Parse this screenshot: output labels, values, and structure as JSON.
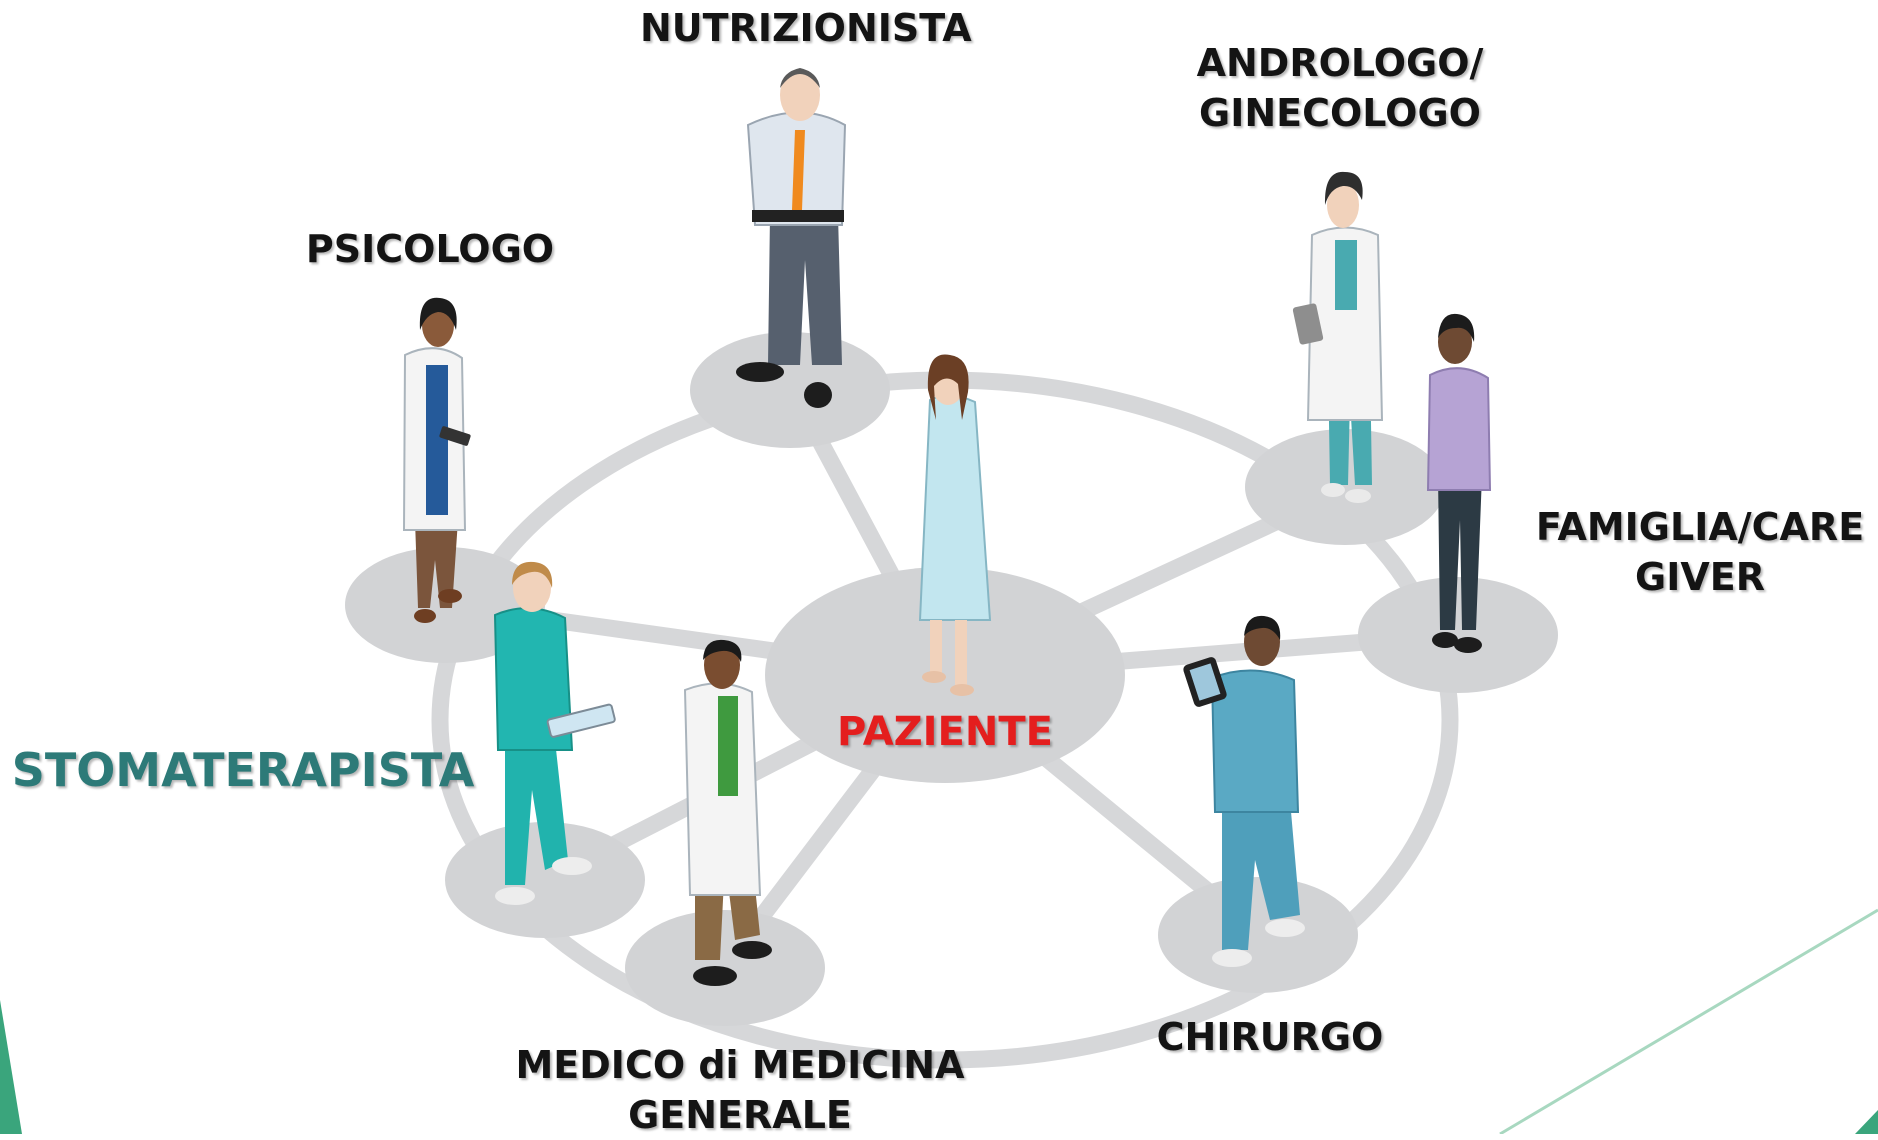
{
  "diagram": {
    "center_label": "PAZIENTE",
    "roles": {
      "nutrizionista": "NUTRIZIONISTA",
      "andrologo": [
        "ANDROLOGO/",
        "GINECOLOGO"
      ],
      "psicologo": "PSICOLOGO",
      "famiglia": [
        "FAMIGLIA/CARE",
        "GIVER"
      ],
      "stomaterapista": "STOMATERAPISTA",
      "chirurgo": "CHIRURGO",
      "medico": [
        "MEDICO di MEDICINA",
        "GENERALE"
      ]
    },
    "colors": {
      "center_label": "#e41e1e",
      "stomaterapista": "#2d7a78",
      "label": "#141414",
      "node": "#d2d3d5",
      "ring": "#d6d7d9",
      "accent_green": "#3aa57c"
    }
  }
}
